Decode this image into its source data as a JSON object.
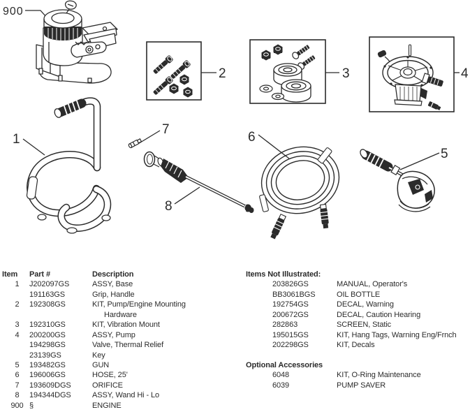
{
  "diagram": {
    "callouts": {
      "engine": "900",
      "base": "1",
      "mounting_kit": "2",
      "vibration_kit": "3",
      "pump": "4",
      "gun": "5",
      "hose": "6",
      "orifice": "7",
      "wand": "8"
    }
  },
  "parts_table": {
    "headers": {
      "item": "Item",
      "part": "Part #",
      "description": "Description"
    },
    "rows": [
      {
        "item": "1",
        "part": "J202097GS",
        "desc": "ASSY, Base"
      },
      {
        "item": "",
        "part": "191163GS",
        "desc": "Grip, Handle"
      },
      {
        "item": "2",
        "part": "192308GS",
        "desc": "KIT, Pump/Engine Mounting"
      },
      {
        "item": "",
        "part": "",
        "desc": "Hardware"
      },
      {
        "item": "3",
        "part": "192310GS",
        "desc": "KIT, Vibration Mount"
      },
      {
        "item": "4",
        "part": "200200GS",
        "desc": "ASSY, Pump"
      },
      {
        "item": "",
        "part": "194298GS",
        "desc": "Valve, Thermal Relief"
      },
      {
        "item": "",
        "part": "23139GS",
        "desc": "Key"
      },
      {
        "item": "5",
        "part": "193482GS",
        "desc": "GUN"
      },
      {
        "item": "6",
        "part": "196006GS",
        "desc": "HOSE, 25'"
      },
      {
        "item": "7",
        "part": "193609DGS",
        "desc": "ORIFICE"
      },
      {
        "item": "8",
        "part": "194344DGS",
        "desc": "ASSY, Wand Hi - Lo"
      },
      {
        "item": "900",
        "part": "§",
        "desc": "ENGINE"
      }
    ]
  },
  "items_not_illustrated": {
    "title": "Items Not Illustrated:",
    "rows": [
      {
        "part": "203826GS",
        "desc": "MANUAL, Operator's"
      },
      {
        "part": "BB3061BGS",
        "desc": "OIL BOTTLE"
      },
      {
        "part": "192754GS",
        "desc": "DECAL, Warning"
      },
      {
        "part": "200672GS",
        "desc": "DECAL, Caution Hearing"
      },
      {
        "part": "282863",
        "desc": "SCREEN, Static"
      },
      {
        "part": "195015GS",
        "desc": "KIT, Hang Tags, Warning Eng/Frnch"
      },
      {
        "part": "202298GS",
        "desc": "KIT, Decals"
      }
    ]
  },
  "optional_accessories": {
    "title": "Optional Accessories",
    "rows": [
      {
        "part": "6048",
        "desc": "KIT, O-Ring Maintenance"
      },
      {
        "part": "6039",
        "desc": "PUMP SAVER"
      }
    ]
  },
  "colors": {
    "line": "#2b2b2b",
    "background": "#ffffff"
  }
}
